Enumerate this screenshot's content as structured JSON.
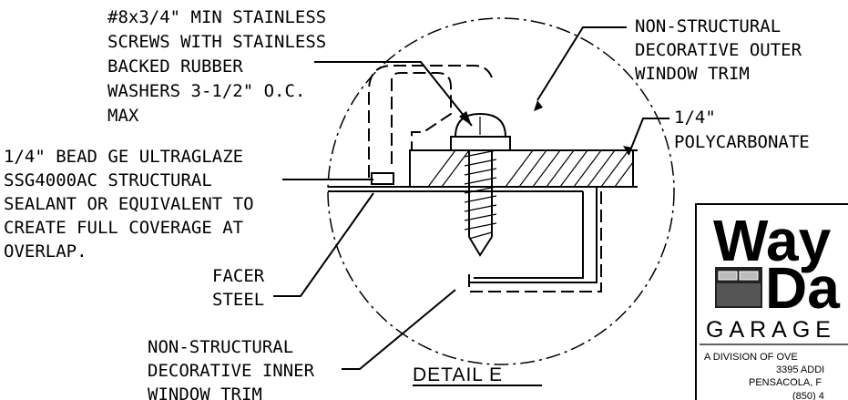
{
  "callouts": {
    "screws": [
      "#8x3/4\" MIN STAINLESS",
      "SCREWS WITH STAINLESS",
      "BACKED RUBBER",
      "WASHERS 3-1/2\" O.C.",
      "MAX"
    ],
    "outer_trim": [
      "NON-STRUCTURAL",
      "DECORATIVE OUTER",
      "WINDOW TRIM"
    ],
    "polycarbonate": [
      "1/4\"",
      "POLYCARBONATE"
    ],
    "sealant": [
      "1/4\" BEAD GE ULTRAGLAZE",
      "SSG4000AC STRUCTURAL",
      "SEALANT OR EQUIVALENT TO",
      "CREATE FULL COVERAGE AT",
      "OVERLAP."
    ],
    "facer": [
      "FACER",
      "STEEL"
    ],
    "inner_trim": [
      "NON-STRUCTURAL",
      "DECORATIVE INNER",
      "WINDOW TRIM"
    ]
  },
  "detail_title": "DETAIL E",
  "logo": {
    "line1": "Way",
    "line2": "Da",
    "garage": "GARAGE",
    "division": "A DIVISION OF OVE",
    "address1": "3395 ADDI",
    "address2": "PENSACOLA, F",
    "phone": "(850) 4"
  }
}
